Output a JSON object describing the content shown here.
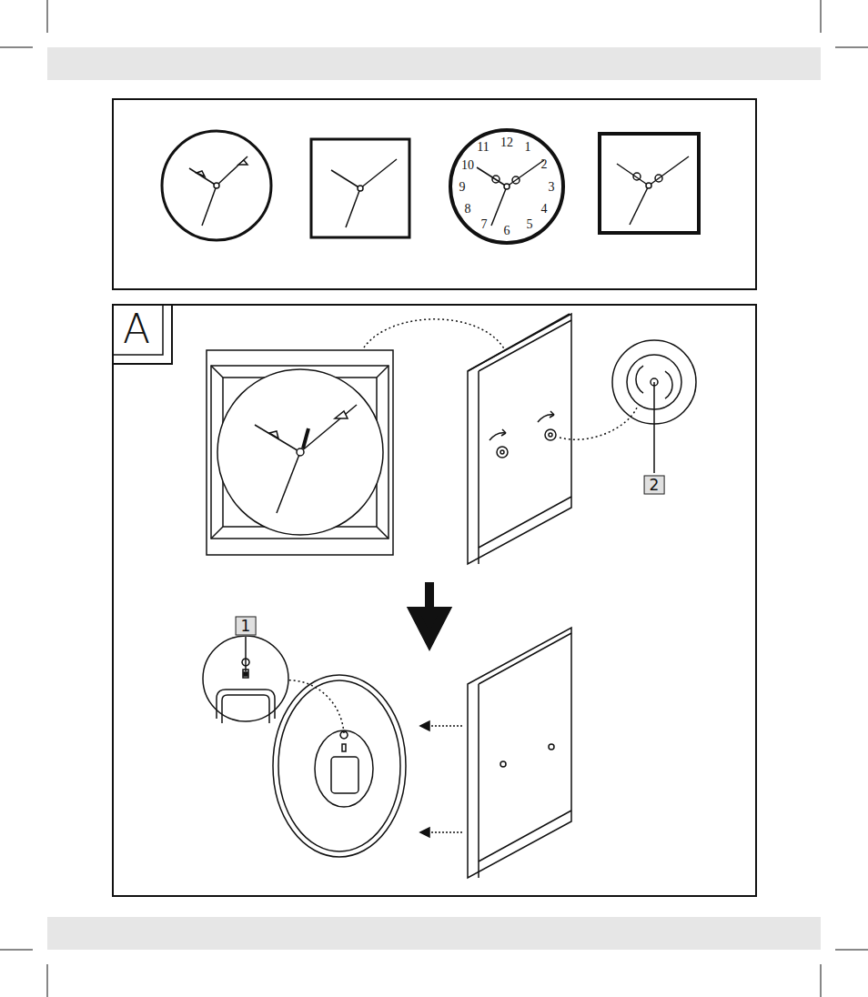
{
  "diagram": {
    "labels": [
      "12",
      "1",
      "2",
      "3",
      "4",
      "5",
      "6",
      "7",
      "8",
      "9",
      "10",
      "11",
      "A",
      "2",
      "1"
    ]
  }
}
